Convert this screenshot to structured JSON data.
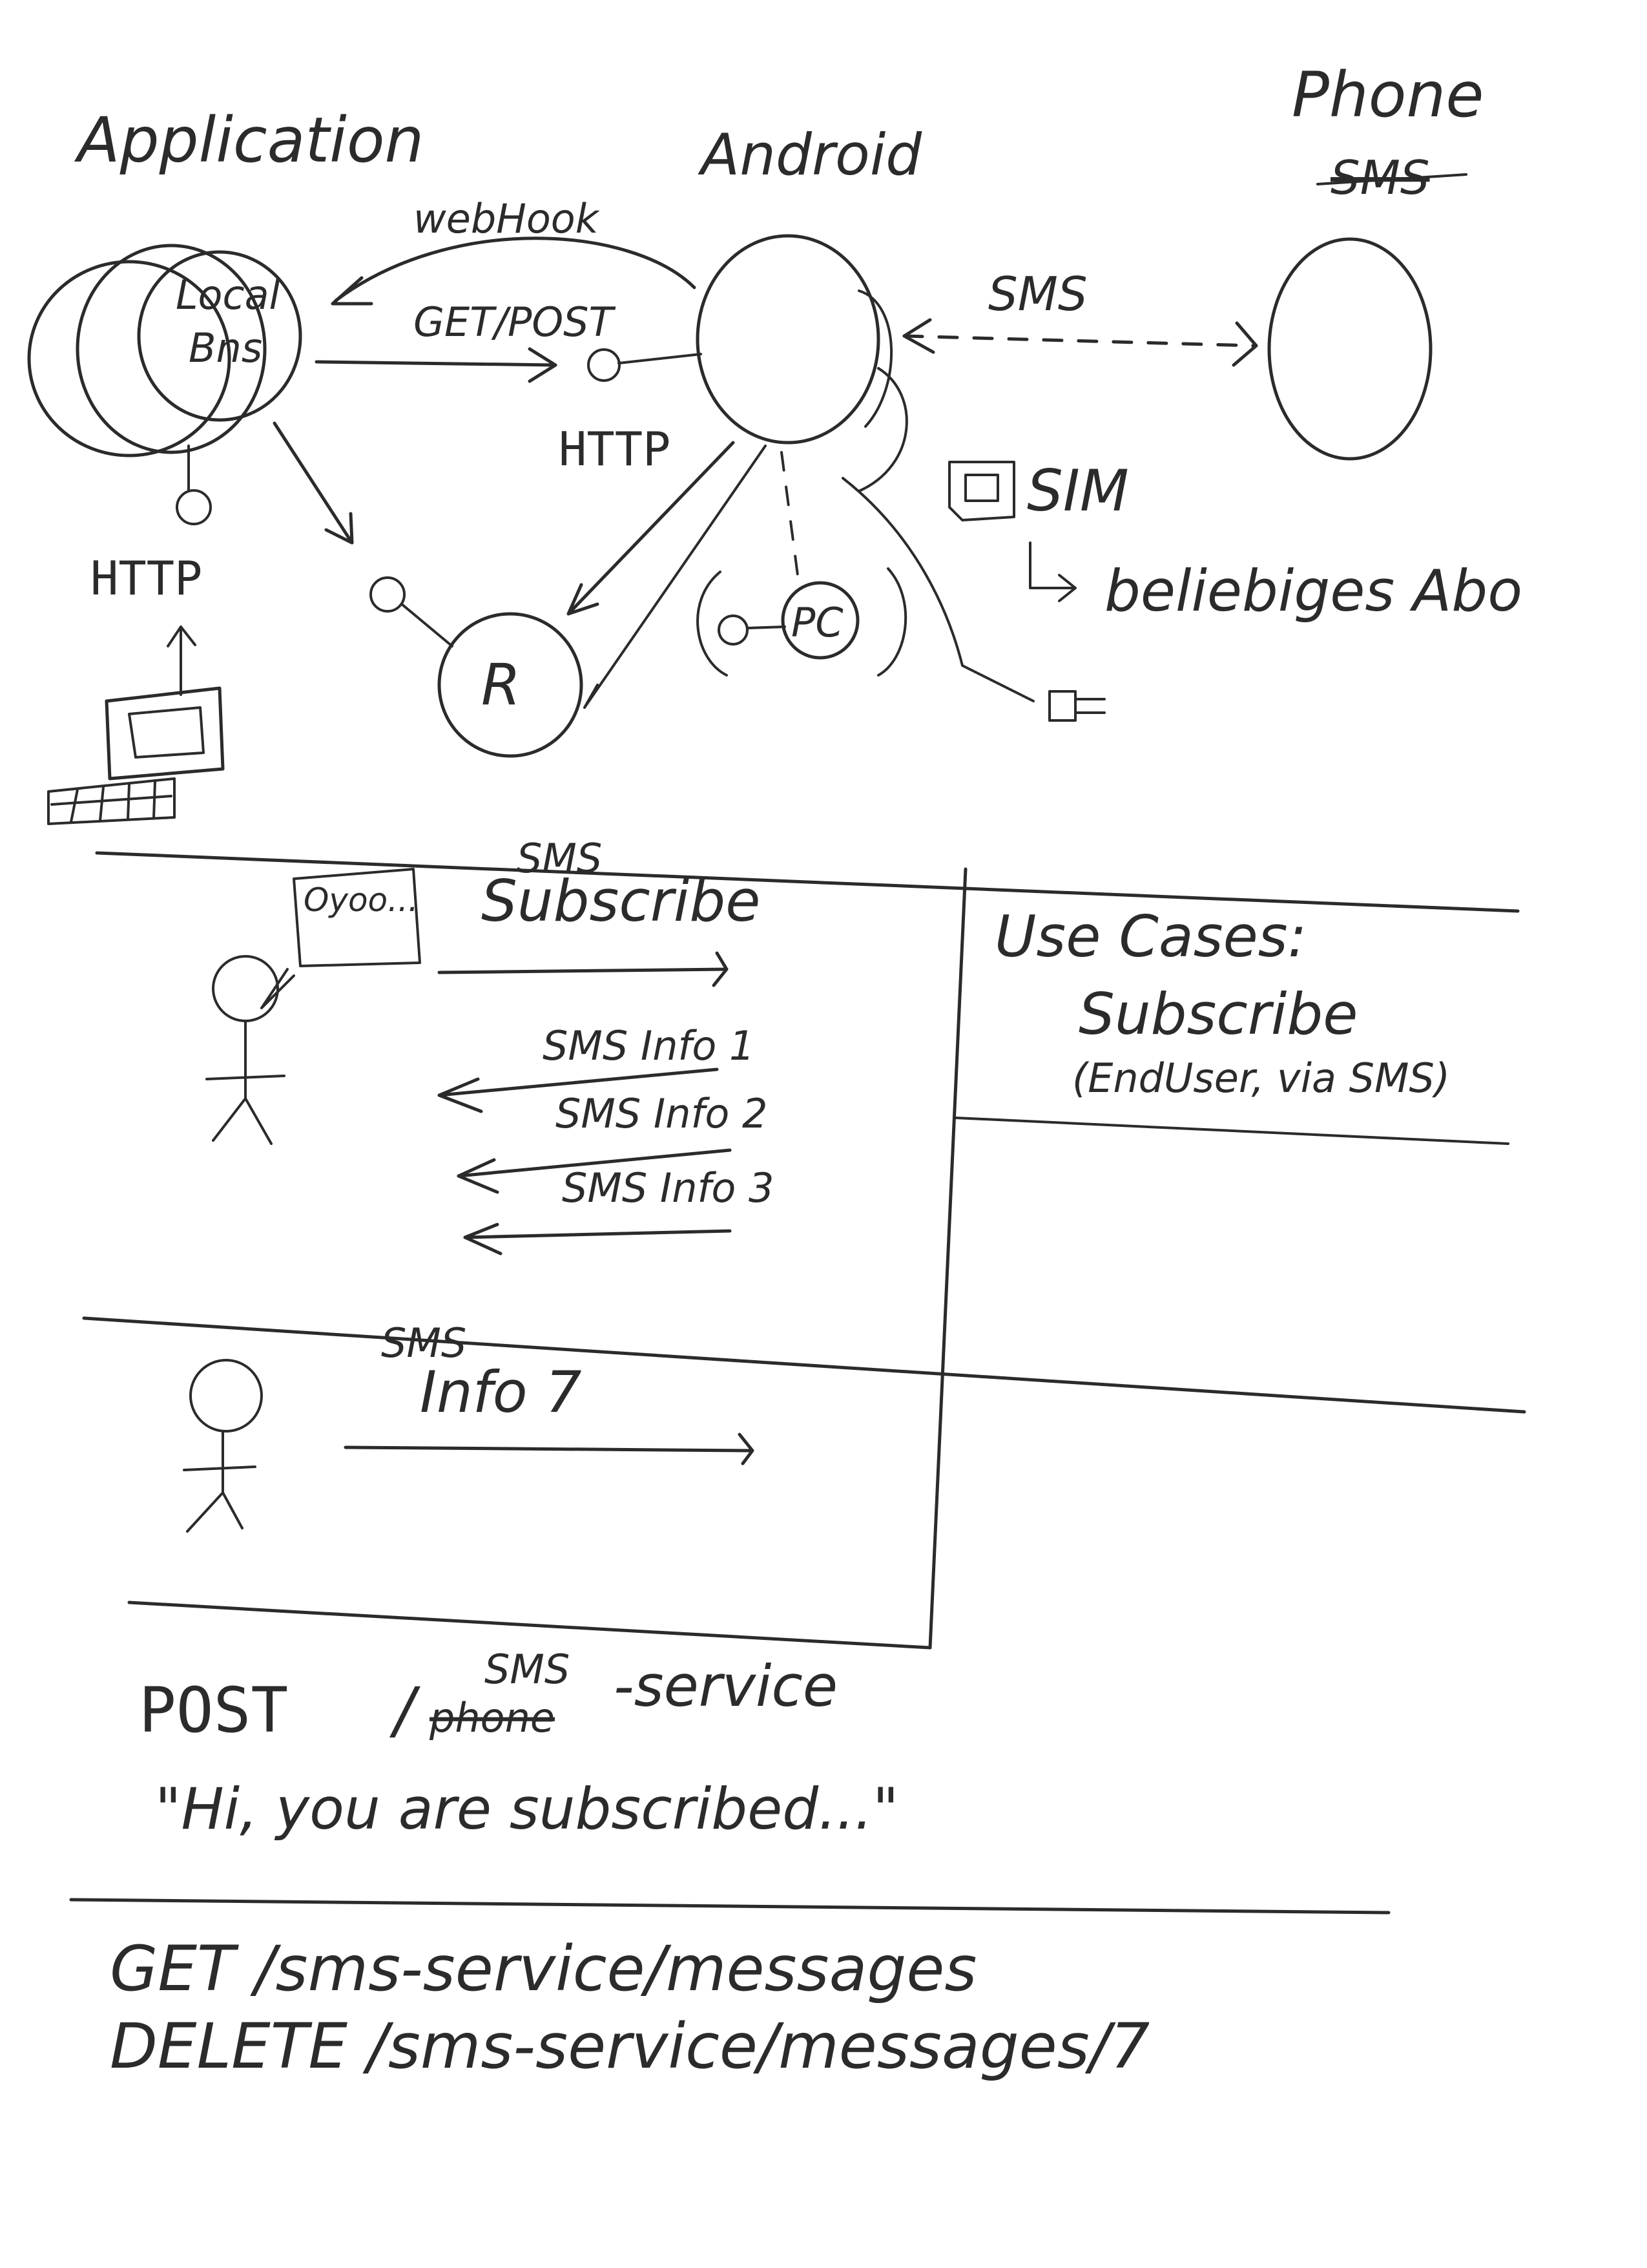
{
  "top": {
    "application_label": "Application",
    "android_label": "Android",
    "phone_label": "Phone",
    "phone_struck": "SMS",
    "local_label_1": "Local",
    "local_label_2": "Bns",
    "webhook_label": "webHook",
    "getpost_label": "GET/POST",
    "sms_label": "SMS",
    "http_left": "HTTP",
    "http_mid": "HTTP",
    "sim_label": "SIM",
    "abo_label": "beliebiges Abo",
    "r_label": "R",
    "pc_label": "PC"
  },
  "scenario1": {
    "bubble_text": "Oyoo...",
    "sms_label": "SMS",
    "subscribe_label": "Subscribe",
    "info1": "SMS Info 1",
    "info2": "SMS Info 2",
    "info3": "SMS Info 3"
  },
  "use_cases": {
    "title": "Use Cases:",
    "item": "Subscribe",
    "item_detail": "(EndUser, via SMS)"
  },
  "scenario2": {
    "sms_label": "SMS",
    "info_label": "Info 7"
  },
  "api": {
    "post_method": "POST",
    "post_path_prefix": "/",
    "post_path_struck": "phone",
    "post_path_correction": "SMS",
    "post_path_suffix": "-service",
    "post_body": "\"Hi, you are subscribed...\"",
    "get_line": "GET /sms-service/messages",
    "delete_line": "DELETE /sms-service/messages/7"
  }
}
